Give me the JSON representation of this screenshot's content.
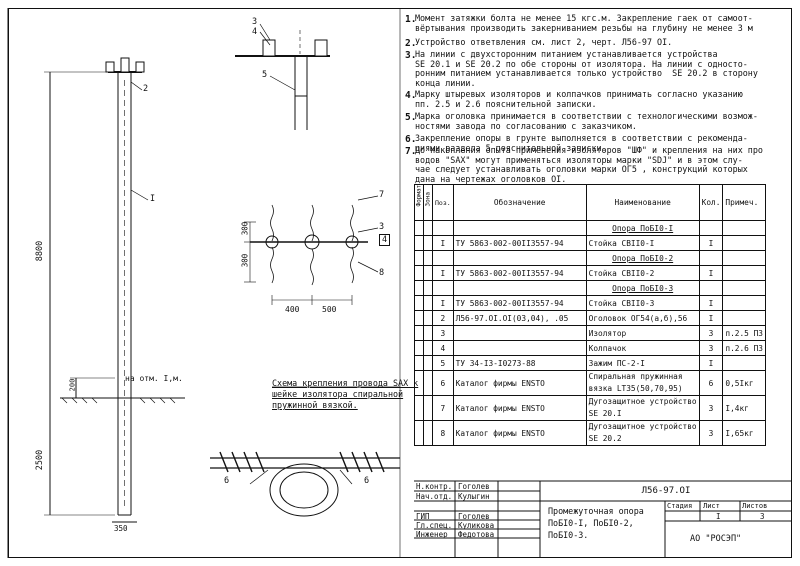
{
  "notes": [
    {
      "num": "1.",
      "text": "Момент затяжки болта не менее 15 кгс.м. Закрепление гаек от самоот-\nвёртывания производить закерниванием резьбы на глубину не менее 3 м"
    },
    {
      "num": "2.",
      "text": "Устройство ответвления см. лист 2, черт. Л56-97 ОI."
    },
    {
      "num": "3.",
      "text": "На линии с двухсторонним питанием устанавливается устройства\nSE 20.1 и SE 20.2 по обе стороны от изолятора. На линии с односто-\nронним питанием устанавливается только устройство  SE 20.2 в сторону\nконца линии."
    },
    {
      "num": "4.",
      "text": "Марку штыревых изоляторов и колпачков принимать согласно указанию\nпп. 2.5 и 2.6 пояснительной записки."
    },
    {
      "num": "5.",
      "text": "Марка оголовка принимается в соответствии с технологическими возмож-\nностями завода по согласованию с заказчиком."
    },
    {
      "num": "6.",
      "text": "Закрепление опоры в грунте выполняется в соответствии с рекоменда-\nциями раздела 5 пояснительной записки."
    },
    {
      "num": "7.",
      "text": "До накопления опыта применения изоляторов \"ШФ\" и крепления на них про\nводов \"SAX\" могут применяться изоляторы марки \"SDJ\" и в этом слу-\nчае следует устанавливать оголовки марки ОГ5 , конструкций которых\nдана на чертежах оголовков ОI."
    }
  ],
  "spec_table": {
    "headers": {
      "format": "Формат",
      "zone": "Зона",
      "pos": "Поз.",
      "designation": "Обозначение",
      "name": "Наименование",
      "qty": "Кол.",
      "note": "Примеч."
    },
    "rows": [
      {
        "pos": "",
        "designation": "",
        "name": "Опора ПоБI0-I",
        "qty": "",
        "note": "",
        "heading": true
      },
      {
        "pos": "I",
        "designation": "ТУ 5863-002-00II3557-94",
        "name": "Стойка СВII0-I",
        "qty": "I",
        "note": ""
      },
      {
        "pos": "",
        "designation": "",
        "name": "Опора ПоБI0-2",
        "qty": "",
        "note": "",
        "heading": true
      },
      {
        "pos": "I",
        "designation": "ТУ 5863-002-00II3557-94",
        "name": "Стойка СВII0-2",
        "qty": "I",
        "note": ""
      },
      {
        "pos": "",
        "designation": "",
        "name": "Опора ПоБI0-3",
        "qty": "",
        "note": "",
        "heading": true
      },
      {
        "pos": "I",
        "designation": "ТУ 5863-002-00II3557-94",
        "name": "Стойка СВII0-3",
        "qty": "I",
        "note": ""
      },
      {
        "pos": "2",
        "designation": "Л56-97.ОI.ОI(03,04),  .05",
        "name": "Оголовок ОГ54(а,б),56",
        "qty": "I",
        "note": ""
      },
      {
        "pos": "3",
        "designation": "",
        "name": "Изолятор",
        "qty": "3",
        "note": "п.2.5 ПЗ"
      },
      {
        "pos": "4",
        "designation": "",
        "name": "Колпачок",
        "qty": "3",
        "note": "п.2.6 ПЗ"
      },
      {
        "pos": "5",
        "designation": "ТУ 34-I3-I0273-88",
        "name": "Зажим ПС-2-I",
        "qty": "I",
        "note": ""
      },
      {
        "pos": "6",
        "designation": "Каталог фирмы ENSTO",
        "name": "Спиральная пружинная\nвязка LT35(50,70,95)",
        "qty": "6",
        "note": "0,5Iкг"
      },
      {
        "pos": "7",
        "designation": "Каталог фирмы ENSTO",
        "name": "Дугозащитное устройство\nSE 20.I",
        "qty": "3",
        "note": "I,4кг"
      },
      {
        "pos": "8",
        "designation": "Каталог фирмы ENSTO",
        "name": "Дугозащитное устройство\nSE 20.2",
        "qty": "3",
        "note": "I,65кг"
      }
    ]
  },
  "title_block": {
    "roles": [
      {
        "role": "Н.контр.",
        "name": "Гоголев"
      },
      {
        "role": "Нач.отд.",
        "name": "Кулыгин"
      },
      {
        "role": "ГИП",
        "name": "Гоголев"
      },
      {
        "role": "Гл.спец.",
        "name": "Куликова"
      },
      {
        "role": "Инженер",
        "name": "Федотова"
      }
    ],
    "doc_code": "Л56-97.ОI",
    "title": "Промежуточная опора\nПоБI0-I, ПоБI0-2,\nПоБI0-3.",
    "stage_label": "Стадия",
    "sheet_label": "Лист",
    "sheets_label": "Листов",
    "sheet": "I",
    "sheets": "3",
    "org": "АО \"РОСЭП\""
  },
  "drawing": {
    "dim_height": "8800",
    "dim_depth": "2500",
    "dim_base": "200",
    "dim_foot": "350",
    "dim_300a": "300",
    "dim_300b": "300",
    "dim_400": "400",
    "dim_500": "500",
    "ground_label": "на отм. I,м.",
    "callouts": {
      "c1": "I",
      "c2": "2",
      "c3": "3",
      "c4": "4",
      "c5": "5",
      "c6a": "6",
      "c6b": "6",
      "c7": "7",
      "c8": "8",
      "c3b": "3",
      "c4b": "4"
    },
    "scheme_caption": "Схема крепления провода SAX к\nшейке изолятора спиральной\nпружинной вязкой."
  }
}
